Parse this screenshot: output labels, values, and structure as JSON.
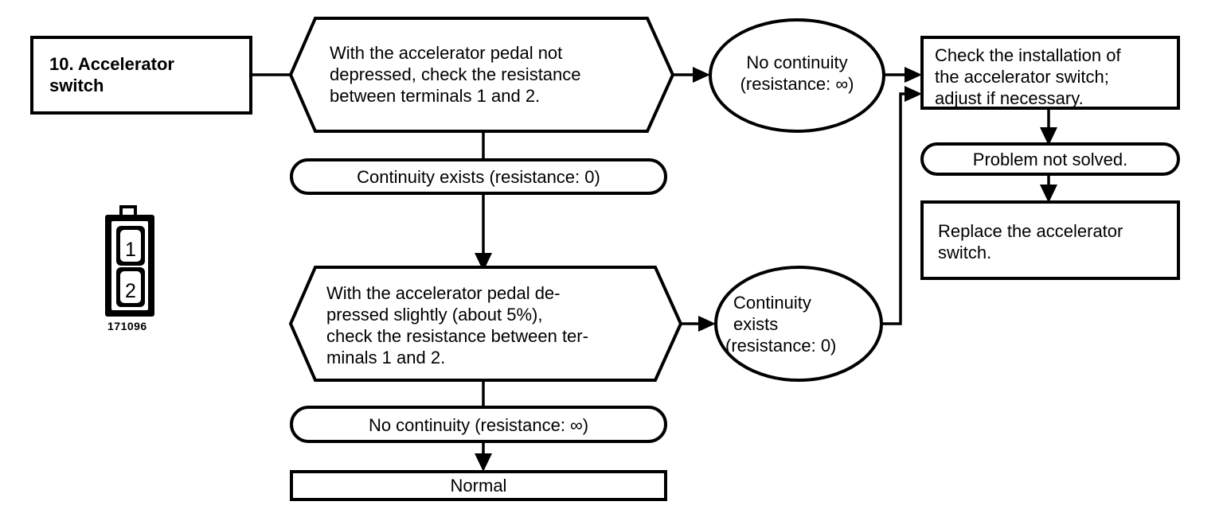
{
  "diagram": {
    "title": "Accelerator switch diagnostic flowchart",
    "type": "flowchart",
    "stroke_color": "#000000",
    "fill_color": "#ffffff",
    "background_color": "#ffffff"
  },
  "start": {
    "name": "step-title-box",
    "shape": "rectangle",
    "line1": "10. Accelerator",
    "line2": "switch"
  },
  "connector_icon": {
    "name": "two-pin-connector-icon",
    "pin_1": "1",
    "pin_2": "2",
    "part_number": "171096"
  },
  "test1": {
    "name": "test-step-pedal-not-depressed",
    "shape": "hexagon",
    "line1": "With the accelerator pedal not",
    "line2": "depressed, check the resistance",
    "line3": "between terminals 1 and 2."
  },
  "result1_no_continuity": {
    "name": "result-no-continuity-infinite",
    "shape": "oval",
    "line1": "No continuity",
    "line2": "(resistance: ∞)"
  },
  "result1_continuity": {
    "name": "result-continuity-exists-zero",
    "shape": "stadium",
    "line1": "Continuity exists (resistance: 0)"
  },
  "test2": {
    "name": "test-step-pedal-depressed-slightly",
    "shape": "hexagon",
    "line1": "With the accelerator pedal de-",
    "line2": "pressed slightly (about 5%),",
    "line3": "check the resistance between ter-",
    "line4": "minals 1 and 2."
  },
  "result2_continuity": {
    "name": "result-continuity-exists-zero-2",
    "shape": "oval",
    "line1": "Continuity",
    "line2": "exists",
    "line3": "(resistance: 0)"
  },
  "result2_no_continuity": {
    "name": "result-no-continuity-infinite-2",
    "shape": "stadium",
    "line1": "No continuity (resistance: ∞)"
  },
  "normal": {
    "name": "outcome-normal",
    "shape": "rectangle",
    "line1": "Normal"
  },
  "action_check": {
    "name": "action-check-installation",
    "shape": "rectangle",
    "line1": "Check the installation of",
    "line2": "the accelerator switch;",
    "line3": "adjust if necessary."
  },
  "problem_not_solved": {
    "name": "state-problem-not-solved",
    "shape": "stadium",
    "line1": "Problem not solved."
  },
  "action_replace": {
    "name": "action-replace-switch",
    "shape": "rectangle",
    "line1": "Replace the accelerator",
    "line2": "switch."
  }
}
